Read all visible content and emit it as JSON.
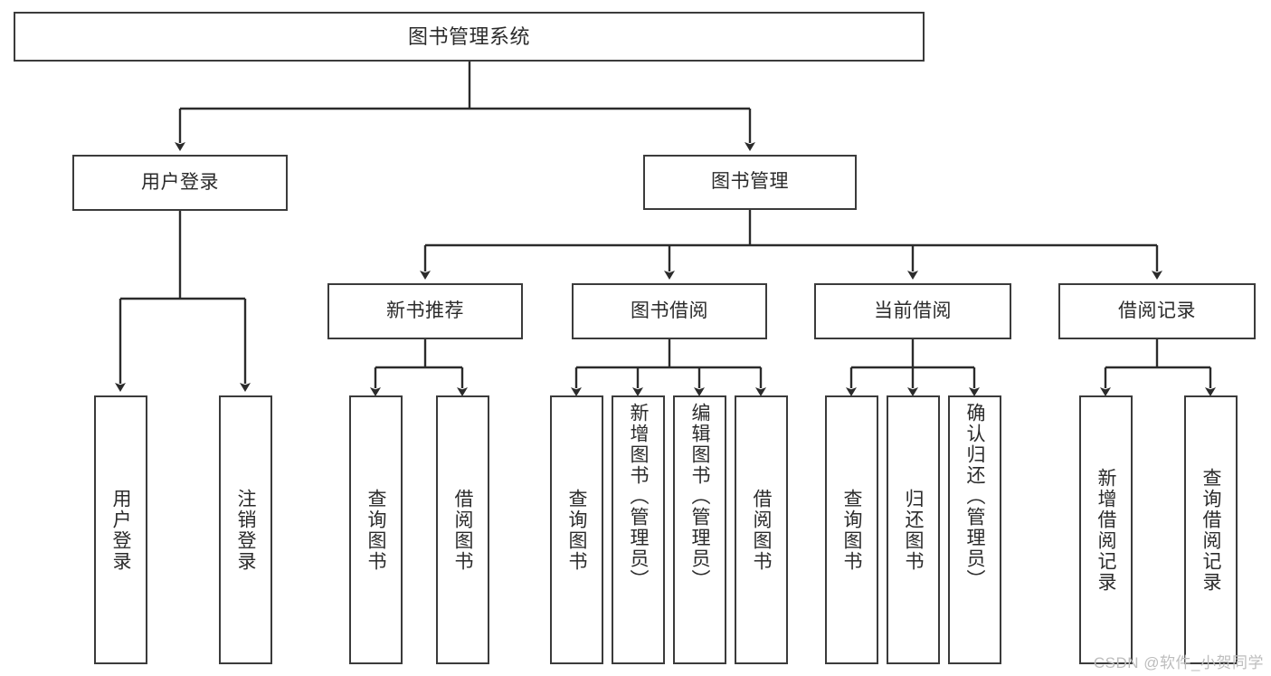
{
  "diagram": {
    "title": "图书管理系统",
    "type": "tree",
    "root": {
      "label": "图书管理系统"
    },
    "level1": [
      {
        "label": "用户登录"
      },
      {
        "label": "图书管理"
      }
    ],
    "level2": [
      {
        "label": "新书推荐",
        "parent": "图书管理"
      },
      {
        "label": "图书借阅",
        "parent": "图书管理"
      },
      {
        "label": "当前借阅",
        "parent": "图书管理"
      },
      {
        "label": "借阅记录",
        "parent": "图书管理"
      }
    ],
    "leaves": {
      "user_login": [
        {
          "label": "用户登录"
        },
        {
          "label": "注销登录"
        }
      ],
      "new_book_recommend": [
        {
          "label": "查询图书"
        },
        {
          "label": "借阅图书"
        }
      ],
      "book_borrow": [
        {
          "label": "查询图书"
        },
        {
          "label": "新增图书（管理员）"
        },
        {
          "label": "编辑图书（管理员）"
        },
        {
          "label": "借阅图书"
        }
      ],
      "current_borrow": [
        {
          "label": "查询图书"
        },
        {
          "label": "归还图书"
        },
        {
          "label": "确认归还（管理员）"
        }
      ],
      "borrow_record": [
        {
          "label": "新增借阅记录"
        },
        {
          "label": "查询借阅记录"
        }
      ]
    }
  },
  "watermark": {
    "text": "CSDN @软件_小贺同学"
  },
  "colors": {
    "stroke": "#3b3b3b",
    "fill": "#ffffff",
    "text": "#2b2b2b",
    "watermark": "#bdbdbd"
  }
}
